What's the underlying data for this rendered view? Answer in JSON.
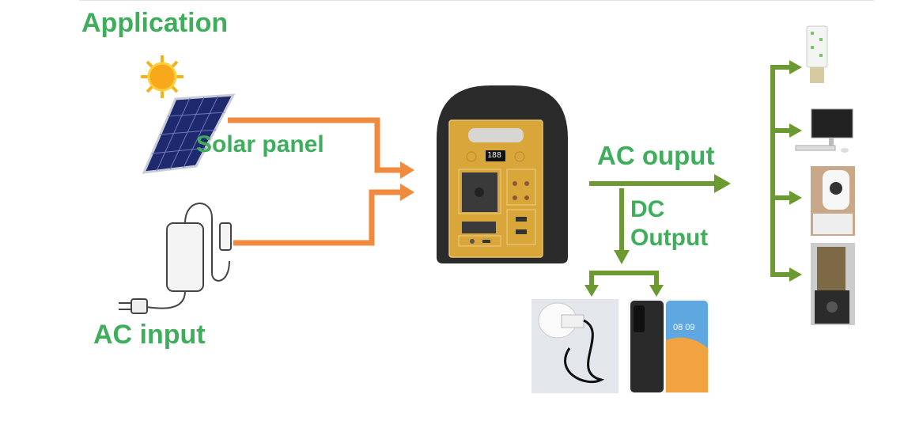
{
  "title": "Application",
  "inputs": {
    "solar_label": "Solar panel",
    "ac_input_label": "AC input"
  },
  "outputs": {
    "ac_output_label": "AC ouput",
    "dc_output_label_line1": "DC",
    "dc_output_label_line2": "Output"
  },
  "device": {
    "display_reading": "188"
  },
  "phone": {
    "clock": "08 09"
  },
  "colors": {
    "label_green": "#3fae5c",
    "arrow_green": "#6b9b30",
    "arrow_orange": "#f08a3e",
    "device_body": "#2b2b2b",
    "device_panel": "#d9a63a"
  }
}
